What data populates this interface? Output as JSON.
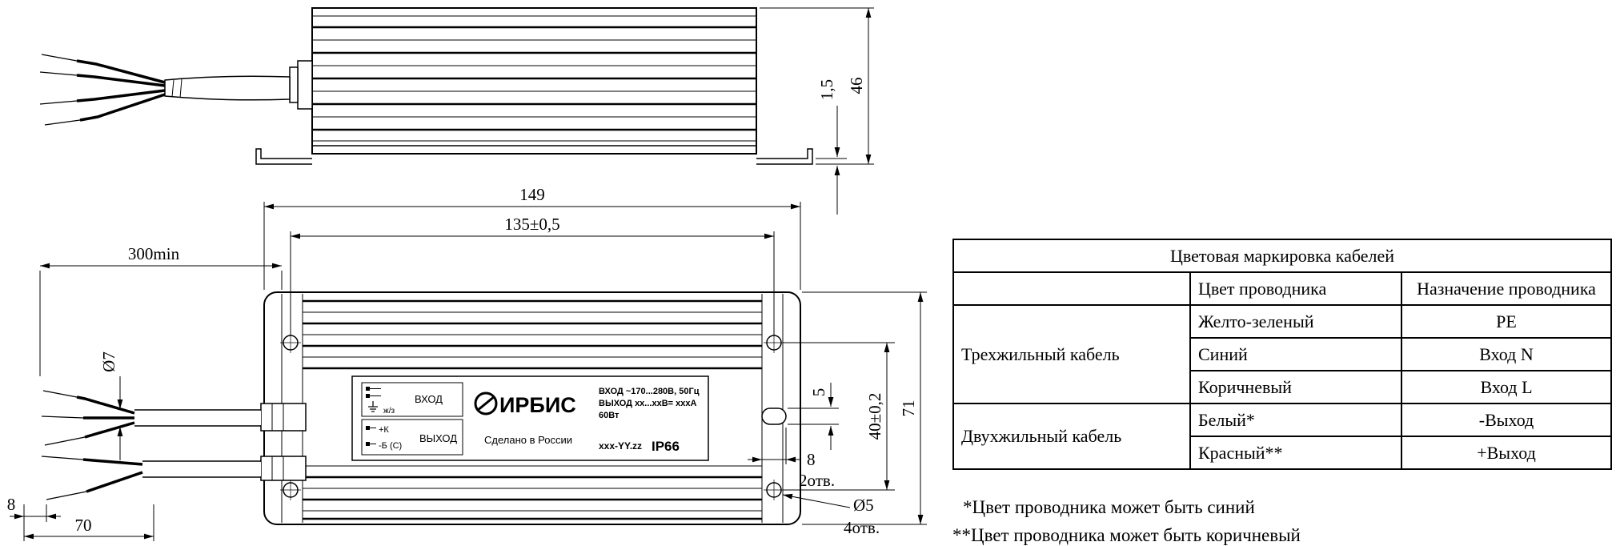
{
  "drawing": {
    "dims": {
      "d46": "46",
      "d15": "1,5",
      "d149": "149",
      "d135": "135±0,5",
      "d300": "300min",
      "d7": "Ø7",
      "d8_left": "8",
      "d70": "70",
      "d5": "5",
      "d8_right": "8",
      "d2otv": "2отв.",
      "d40": "40±0,2",
      "d71": "71",
      "dd5": "Ø5",
      "d4otv": "4отв."
    },
    "label": {
      "brand": "ИРБИС",
      "made_in": "Сделано в России",
      "spec1": "ВХОД ~170...280В, 50Гц",
      "spec2": "ВЫХОД хх...ххВ= хххА",
      "spec3": "60Вт",
      "model": "ххх-YY.zz",
      "ip": "IP66",
      "t_gz": "ж/з",
      "t_vhod": "ВХОД",
      "t_plus": "+К",
      "t_minus": "-Б (С)",
      "t_vyhod": "ВЫХОД"
    }
  },
  "table": {
    "title": "Цветовая маркировка кабелей",
    "col_color": "Цвет проводника",
    "col_purpose": "Назначение проводника",
    "groups": [
      {
        "name": "Трехжильный кабель",
        "rows": [
          [
            "Желто-зеленый",
            "PE"
          ],
          [
            "Синий",
            "Вход N"
          ],
          [
            "Коричневый",
            "Вход L"
          ]
        ]
      },
      {
        "name": "Двухжильный кабель",
        "rows": [
          [
            "Белый*",
            "-Выход"
          ],
          [
            "Красный**",
            "+Выход"
          ]
        ]
      }
    ],
    "footnotes": [
      "*Цвет проводника может быть синий",
      "**Цвет проводника может быть коричневый"
    ]
  }
}
